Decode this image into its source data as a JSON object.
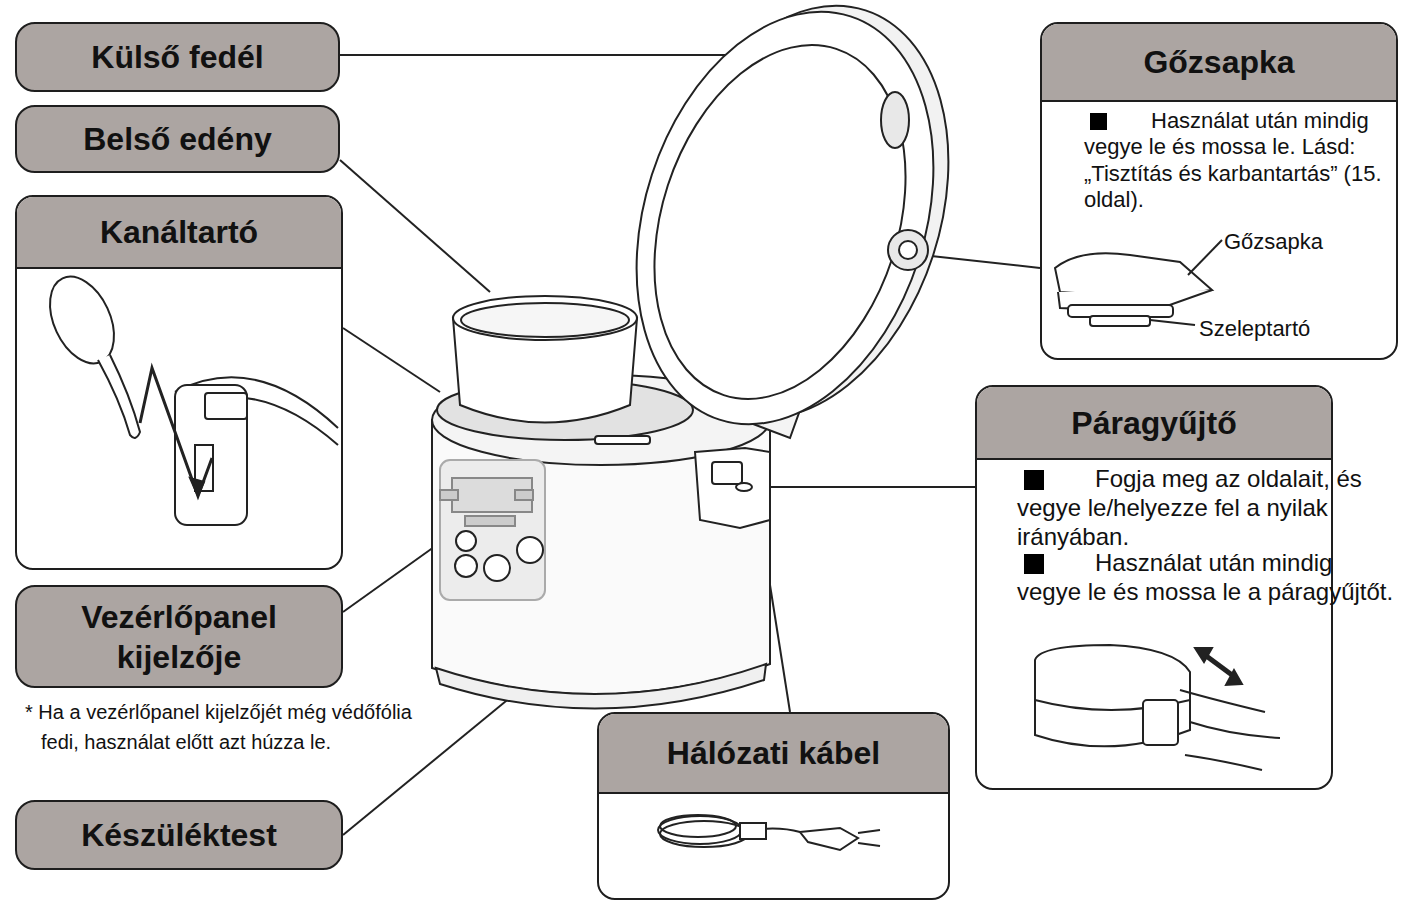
{
  "diagram": {
    "nodes": [
      {
        "text": [
          "Külső fedél"
        ]
      },
      {
        "text": [
          "Gőzsapka",
          "Használat után mindig vegye le és mossa le. Lásd:„Tisztítás és karbantartás” (15. oldal).",
          "Gőzsapka",
          "Szeleptartó"
        ]
      },
      {
        "text": [
          "Belső edény"
        ]
      },
      {
        "text": [
          "Kanáltartó"
        ]
      },
      {
        "text": [
          "Páragyűjtő",
          "Fogja meg az oldalait, és vegye le/helyezze fel a nyilak irányában.",
          "Használat után mindig vegye le és mossa le a páragyűjtőt."
        ]
      },
      {
        "text": [
          "Vezérlőpanel kijelzője"
        ]
      },
      {
        "text": [
          "Hálózati kábel"
        ]
      },
      {
        "text": [
          "Készüléktest"
        ]
      }
    ],
    "labels": [
      "* Ha a vezérlőpanel kijelzőjét még védőfólia fedi, használat előtt azt húzza le."
    ]
  }
}
